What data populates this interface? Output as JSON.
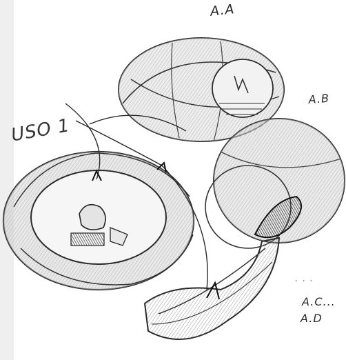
{
  "labels": {
    "aa": "A.A",
    "ab": "A.B",
    "uso": "USO 1",
    "ac": "A.C...",
    "ad": "A.D",
    "dots": ". . ."
  },
  "colors": {
    "ink": "#2a2a2a",
    "shade": "#bdbdbd",
    "paper": "#ffffff",
    "dark_fill": "#1e1e1e"
  }
}
